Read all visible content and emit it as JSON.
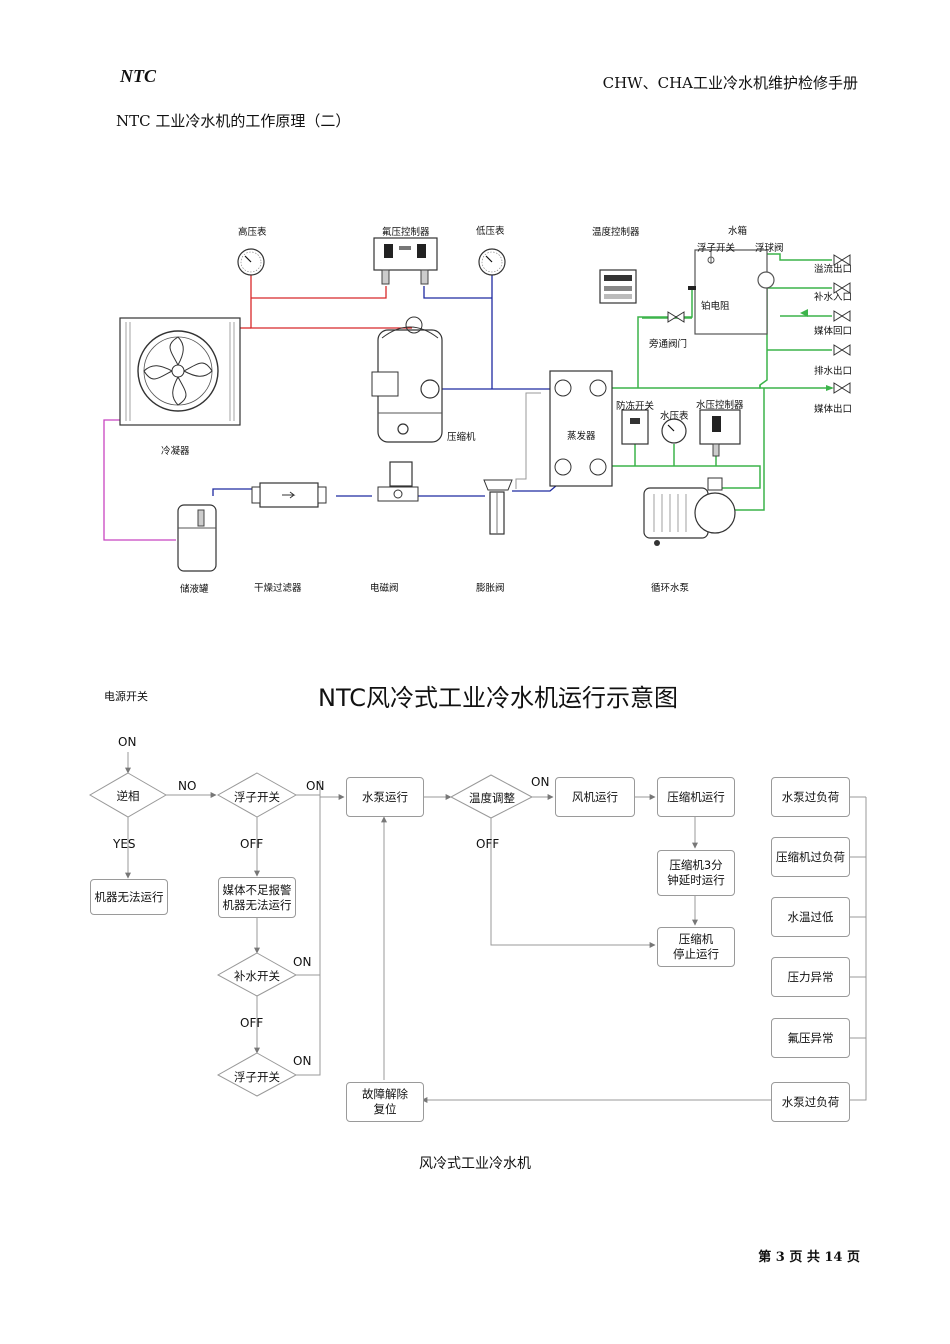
{
  "header": {
    "brand": "NTC",
    "manual_title": "CHW、CHA工业冷水机维护检修手册"
  },
  "section_title": "NTC 工业冷水机的工作原理（二）",
  "schematic": {
    "labels": {
      "high_gauge": "高压表",
      "freon_ctrl": "氟压控制器",
      "low_gauge": "低压表",
      "temp_ctrl": "温度控制器",
      "tank": "水箱",
      "float_switch": "浮子开关",
      "float_valve": "浮球阀",
      "overflow_out": "溢流出口",
      "makeup_in": "补水入口",
      "pt_resistor": "铂电阻",
      "media_return": "媒体回口",
      "bypass_valve": "旁通阀门",
      "drain_out": "排水出口",
      "media_out": "媒体出口",
      "antifreeze": "防冻开关",
      "water_gauge": "水压表",
      "water_press_ctrl": "水压控制器",
      "compressor": "压缩机",
      "evaporator": "蒸发器",
      "condenser": "冷凝器",
      "receiver": "储液罐",
      "filter_drier": "干燥过滤器",
      "solenoid": "电磁阀",
      "expansion": "膨胀阀",
      "pump": "循环水泵"
    }
  },
  "flowchart": {
    "title": "NTC风冷式工业冷水机运行示意图",
    "power_label": "电源开关",
    "on_top": "ON",
    "diamonds": {
      "phase": "逆相",
      "float1": "浮子开关",
      "temp": "温度调整",
      "refill": "补水开关",
      "float2": "浮子开关"
    },
    "boxes": {
      "no_run": "机器无法运行",
      "media_alarm_1": "媒体不足报警",
      "media_alarm_2": "机器无法运行",
      "pump_run": "水泵运行",
      "fan_run": "风机运行",
      "comp_run": "压缩机运行",
      "comp_delay_1": "压缩机3分",
      "comp_delay_2": "钟延时运行",
      "comp_stop_1": "压缩机",
      "comp_stop_2": "停止运行",
      "fault_reset_1": "故障解除",
      "fault_reset_2": "复位",
      "pump_overload": "水泵过负荷",
      "comp_overload": "压缩机过负荷",
      "water_low": "水温过低",
      "press_abn": "压力异常",
      "freon_abn": "氟压异常",
      "pump_overload_2": "水泵过负荷"
    },
    "flags": {
      "no": "NO",
      "yes": "YES",
      "on1": "ON",
      "off1": "OFF",
      "on2": "ON",
      "off2": "OFF",
      "on3": "ON",
      "off3": "OFF",
      "on4": "ON",
      "off4": "OFF"
    }
  },
  "caption": "风冷式工业冷水机",
  "footer": "第 3 页 共 14 页",
  "colors": {
    "high_side": "#d8282a",
    "low_side": "#1e2aa0",
    "water": "#3cb44a",
    "liquid": "#c845c0",
    "line": "#8a8a8a"
  }
}
